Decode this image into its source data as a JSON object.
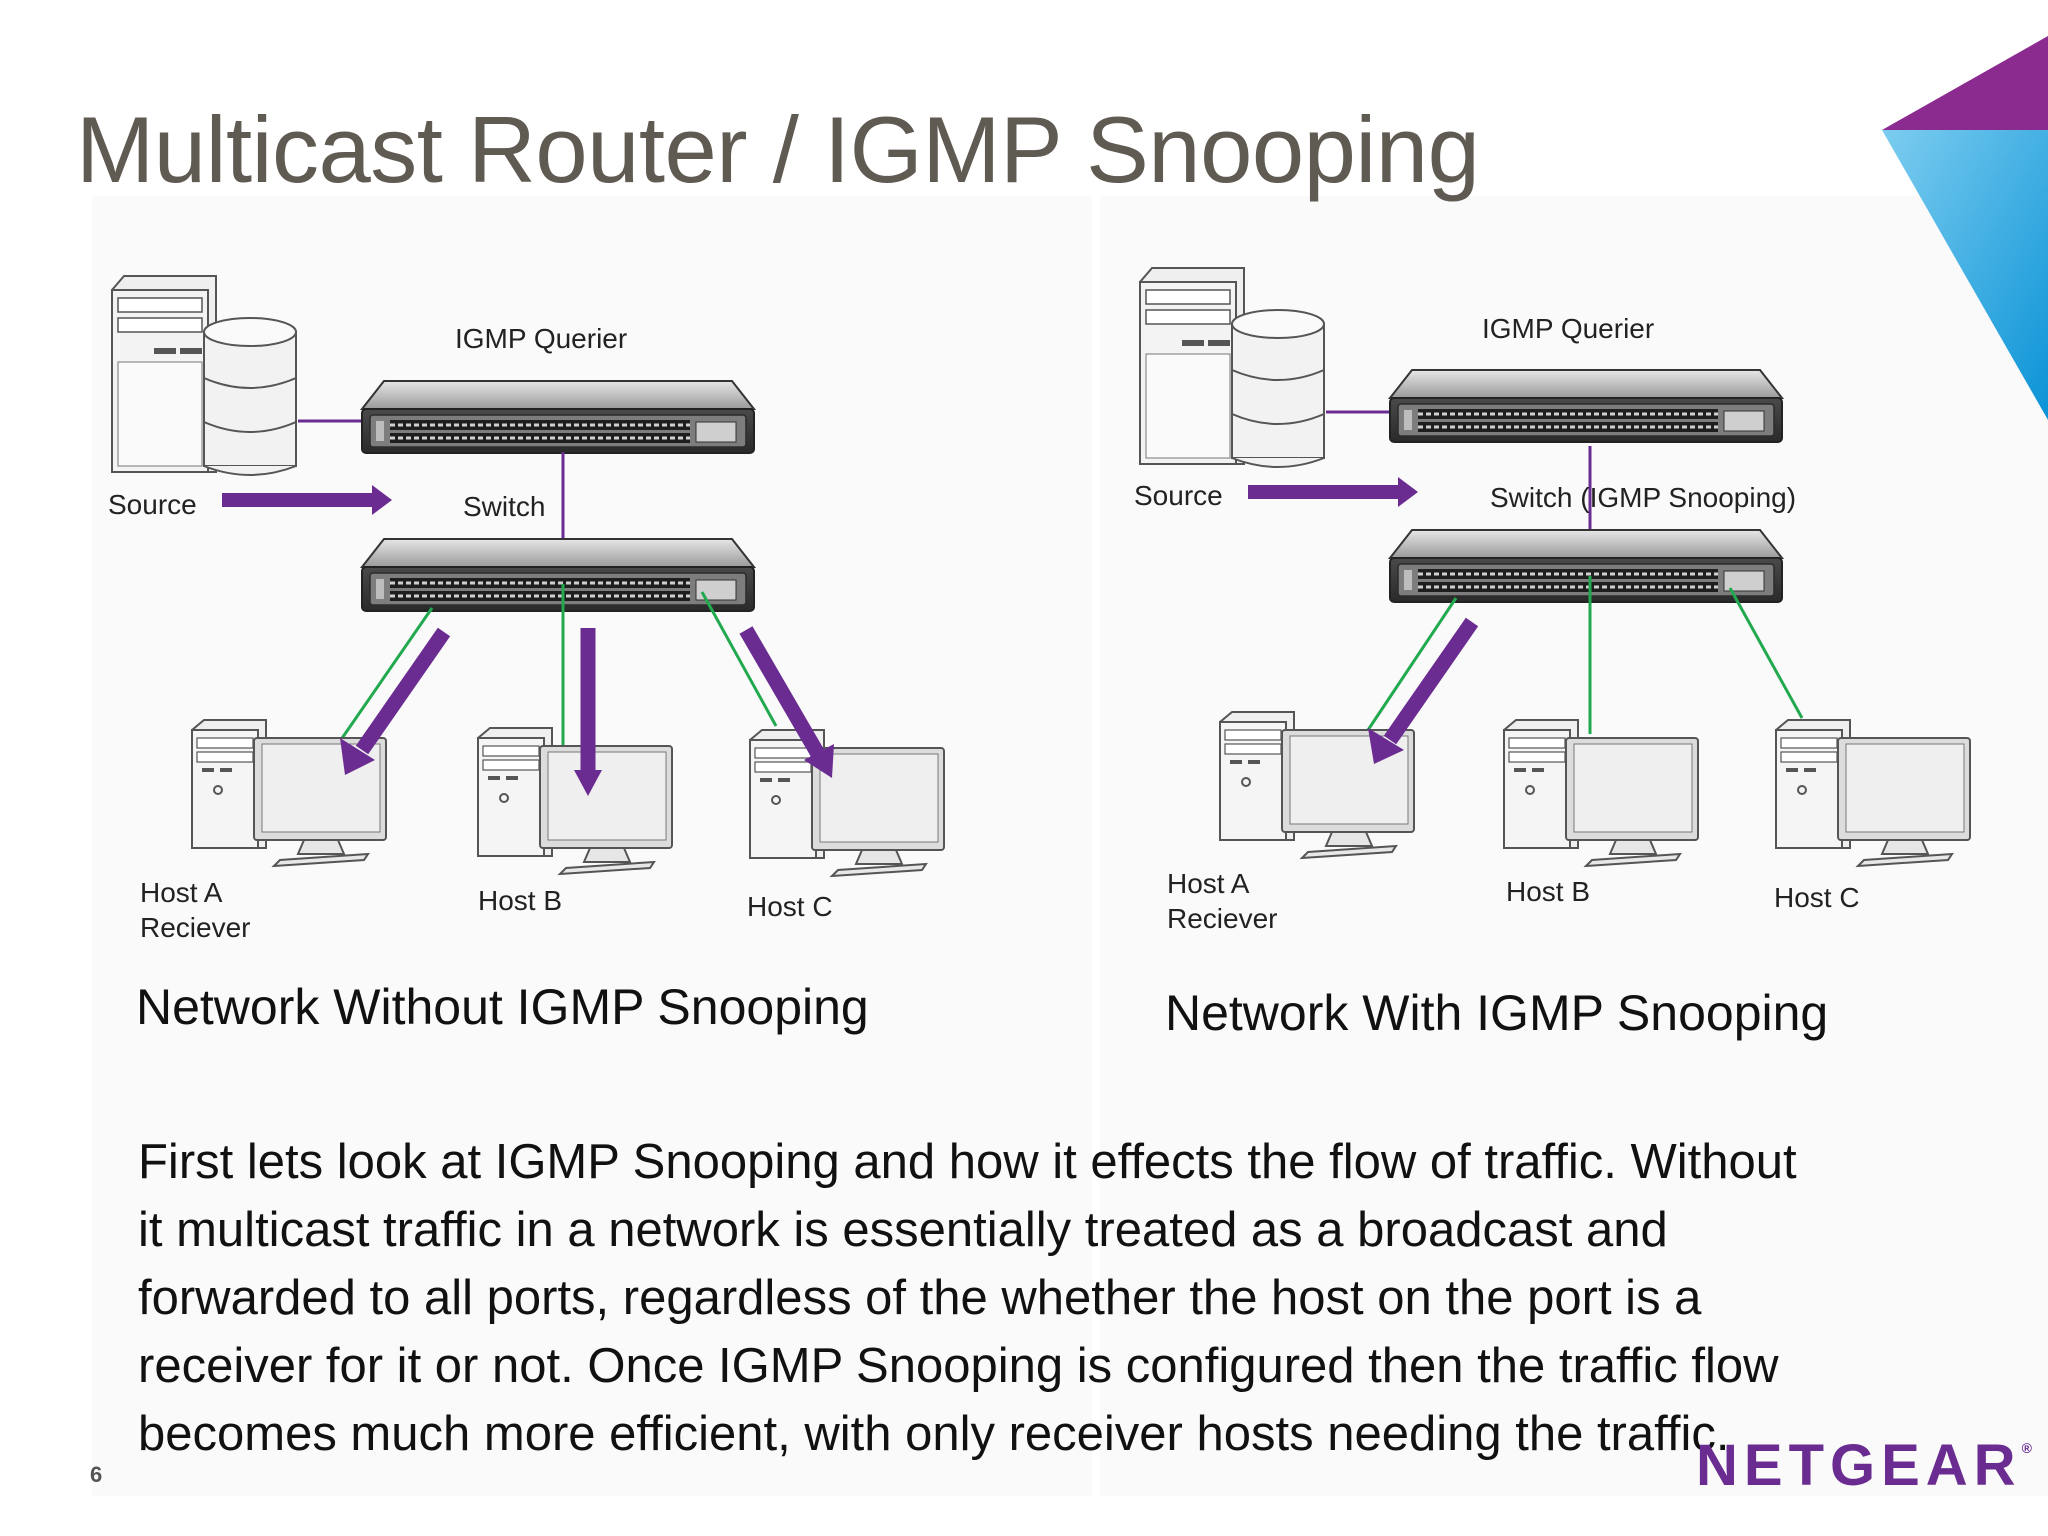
{
  "title": "Multicast Router / IGMP Snooping",
  "page_number": "6",
  "logo_text": "NETGEAR",
  "logo_mark": "®",
  "colors": {
    "title": "#5f5a52",
    "accent_purple": "#6b2c91",
    "link_green": "#22a94f",
    "triangle_blue": "#1aa6df"
  },
  "left_diagram": {
    "querier_label": "IGMP Querier",
    "source_label": "Source",
    "switch_label": "Switch",
    "host_a_label": "Host A",
    "host_a_sub": "Reciever",
    "host_b_label": "Host B",
    "host_c_label": "Host C",
    "caption": "Network Without IGMP Snooping"
  },
  "right_diagram": {
    "querier_label": "IGMP Querier",
    "source_label": "Source",
    "switch_label": "Switch (IGMP Snooping)",
    "host_a_label": "Host A",
    "host_a_sub": "Reciever",
    "host_b_label": "Host B",
    "host_c_label": "Host C",
    "caption": "Network With IGMP Snooping"
  },
  "body_lines": [
    "First lets look at IGMP Snooping and how it effects the flow of traffic. Without",
    "it multicast traffic in a network is essentially treated as a broadcast and",
    "forwarded to all ports, regardless of the whether the host on the port is a",
    "receiver for it or not. Once IGMP Snooping is configured then the traffic flow",
    "becomes much more efficient, with only receiver hosts needing the traffic."
  ]
}
